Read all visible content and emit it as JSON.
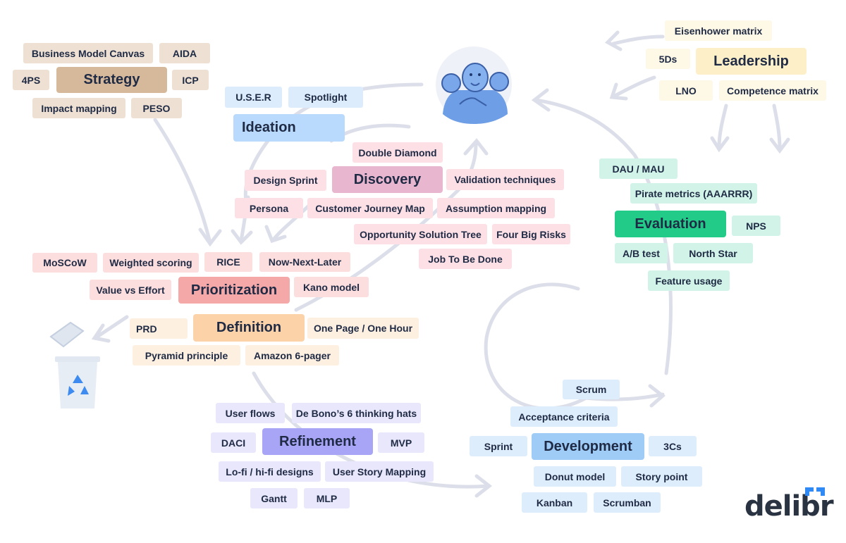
{
  "colors": {
    "strategy": {
      "main": "#d6b99a",
      "sub": "#eee1d3"
    },
    "ideation": {
      "main": "#b9dafc",
      "sub": "#dcecfd"
    },
    "discovery": {
      "main": "#e8b6cf",
      "sub": "#fde0e6"
    },
    "prioritization": {
      "main": "#f4a8a8",
      "sub": "#fcdede"
    },
    "definition": {
      "main": "#fcd2a8",
      "sub": "#fef0e1"
    },
    "refinement": {
      "main": "#a8a5f6",
      "sub": "#e8e7fc"
    },
    "development": {
      "main": "#9fcbf7",
      "sub": "#deedfc"
    },
    "evaluation": {
      "main": "#22cc88",
      "sub": "#d2f4e8"
    },
    "leadership": {
      "main": "#fdf0c8",
      "sub": "#fef8e6"
    },
    "arrow": "#d8dce7",
    "brand": "#2f8af5"
  },
  "strategy": {
    "label": "Strategy",
    "items": [
      "Business Model Canvas",
      "AIDA",
      "4PS",
      "ICP",
      "Impact mapping",
      "PESO"
    ]
  },
  "ideation": {
    "label": "Ideation",
    "items": [
      "U.S.E.R",
      "Spotlight"
    ]
  },
  "discovery": {
    "label": "Discovery",
    "items": [
      "Double Diamond",
      "Design Sprint",
      "Validation techniques",
      "Persona",
      "Customer Journey Map",
      "Assumption mapping",
      "Opportunity Solution Tree",
      "Four Big Risks",
      "Job To Be Done"
    ]
  },
  "prioritization": {
    "label": "Prioritization",
    "items": [
      "MoSCoW",
      "Weighted scoring",
      "RICE",
      "Now-Next-Later",
      "Value vs Effort",
      "Kano model"
    ]
  },
  "definition": {
    "label": "Definition",
    "items": [
      "PRD",
      "One Page / One Hour",
      "Pyramid principle",
      "Amazon 6-pager"
    ]
  },
  "refinement": {
    "label": "Refinement",
    "items": [
      "User flows",
      "De Bono’s 6 thinking hats",
      "DACI",
      "MVP",
      "Lo-fi / hi-fi designs",
      "User Story Mapping",
      "Gantt",
      "MLP"
    ]
  },
  "development": {
    "label": "Development",
    "items": [
      "Scrum",
      "Acceptance criteria",
      "Sprint",
      "3Cs",
      "Donut model",
      "Story point",
      "Kanban",
      "Scrumban"
    ]
  },
  "evaluation": {
    "label": "Evaluation",
    "items": [
      "DAU / MAU",
      "Pirate metrics (AAARRR)",
      "NPS",
      "A/B test",
      "North Star",
      "Feature usage"
    ]
  },
  "leadership": {
    "label": "Leadership",
    "items": [
      "Eisenhower matrix",
      "5Ds",
      "LNO",
      "Competence matrix"
    ]
  },
  "brand": {
    "name": "delibr"
  }
}
